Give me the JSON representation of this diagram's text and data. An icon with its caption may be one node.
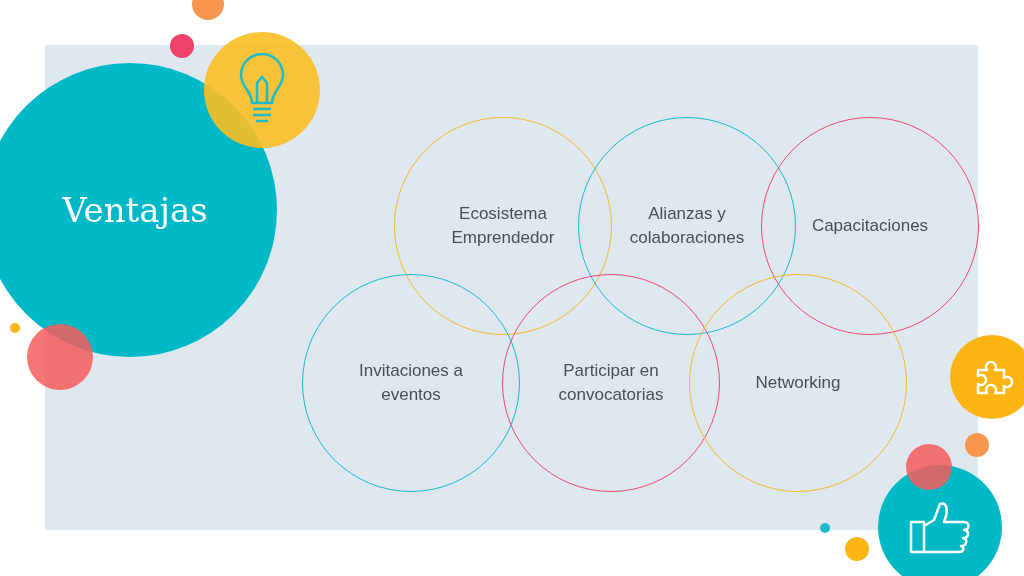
{
  "diagram": {
    "nodes": [
      {
        "text": [
          "Ventajas"
        ]
      },
      {
        "text": [
          "Ecosistema Emprendedor"
        ]
      },
      {
        "text": [
          "Alianzas y colaboraciones"
        ]
      },
      {
        "text": [
          "Capacitaciones"
        ]
      },
      {
        "text": [
          "Invitaciones a eventos"
        ]
      },
      {
        "text": [
          "Participar en convocatorias"
        ]
      },
      {
        "text": [
          "Networking"
        ]
      }
    ]
  }
}
